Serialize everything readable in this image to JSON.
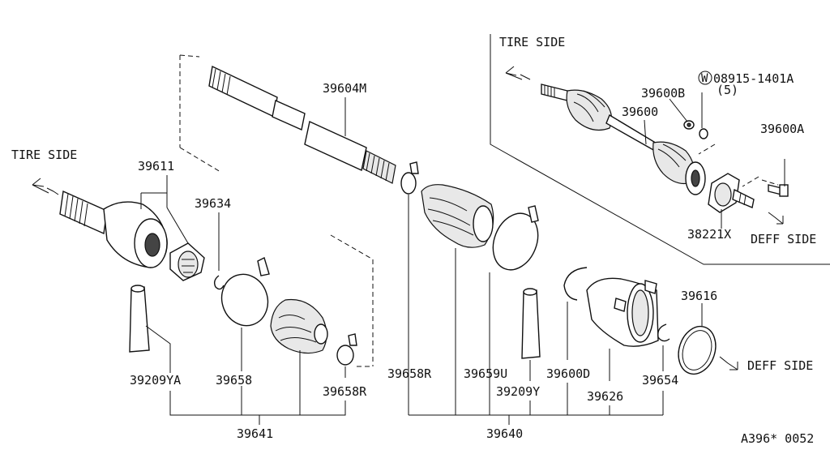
{
  "labels": {
    "tire_side_left": "TIRE SIDE",
    "tire_side_right": "TIRE SIDE",
    "deff_side_right_top": "DEFF SIDE",
    "deff_side_right_bottom": "DEFF SIDE",
    "p39604M": "39604M",
    "p39611": "39611",
    "p39634": "39634",
    "p39209YA": "39209YA",
    "p39658": "39658",
    "p39658R_left": "39658R",
    "p39641": "39641",
    "p39658R_mid": "39658R",
    "p39659U": "39659U",
    "p39209Y": "39209Y",
    "p39600D": "39600D",
    "p39626": "39626",
    "p39654": "39654",
    "p39616": "39616",
    "p39640": "39640",
    "p39600B": "39600B",
    "p39600": "39600",
    "p08915": "08915-1401A",
    "p08915_qty": "(5)",
    "w_mark": "W",
    "p39600A": "39600A",
    "p38221X": "38221X",
    "drawing_code": "A396* 0052"
  },
  "icons": [
    "arrow-left-icon",
    "arrow-right-icon"
  ]
}
